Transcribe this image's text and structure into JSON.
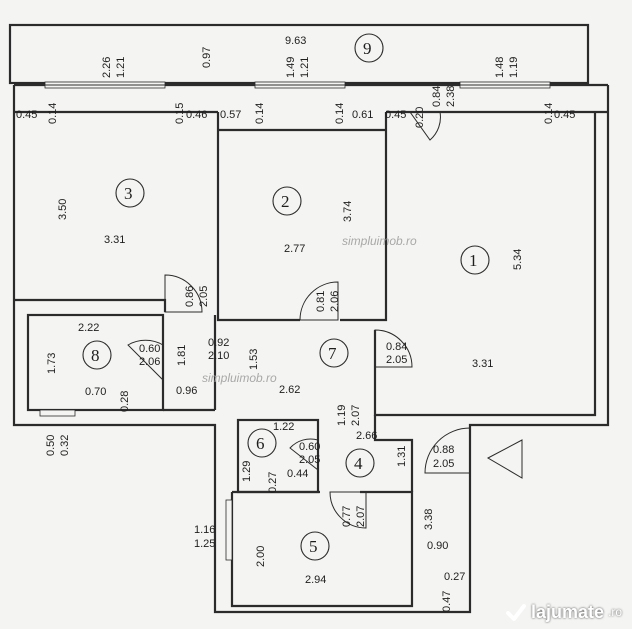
{
  "watermark": {
    "site_1": "simpluimob.ro",
    "site_2": "simpluimob.ro",
    "brand": "lajumate",
    "brand_tld": ".ro"
  },
  "rooms": [
    {
      "number": "1",
      "area": "3.31",
      "height": "5.34"
    },
    {
      "number": "2",
      "area": "2.77",
      "height": "3.74"
    },
    {
      "number": "3",
      "area": "3.31",
      "height": "3.50"
    },
    {
      "number": "4",
      "area": "2.66",
      "height": "1.31"
    },
    {
      "number": "5",
      "area": "2.94",
      "height": "2.00"
    },
    {
      "number": "6",
      "area": "1.22",
      "height": "1.29"
    },
    {
      "number": "7",
      "area": "2.62",
      "height": "1.53"
    },
    {
      "number": "8",
      "area": "2.22",
      "height": "1.73"
    },
    {
      "number": "9",
      "area": "9.63",
      "height": "0.97"
    }
  ],
  "dimensions": {
    "balcony_window_left": {
      "top": "2.26",
      "bottom": "1.21"
    },
    "balcony_window_mid": {
      "top": "1.49",
      "bottom": "1.21"
    },
    "balcony_window_right": {
      "top": "1.48",
      "bottom": "1.19"
    },
    "balcony_door": {
      "top": "0.84",
      "bottom": "2.38"
    },
    "wall_045_a": "0.45",
    "wall_014_a": "0.14",
    "wall_015": "0.15",
    "wall_046": "0.46",
    "wall_057": "0.57",
    "wall_014_b": "0.14",
    "wall_014_c": "0.14",
    "wall_061": "0.61",
    "wall_045_b": "0.45",
    "wall_020": "0.20",
    "wall_014_d": "0.14",
    "wall_045_c": "0.45",
    "door_3": {
      "top": "0.86",
      "bottom": "2.05"
    },
    "door_2": {
      "top": "0.81",
      "bottom": "2.06"
    },
    "door_1": {
      "top": "0.84",
      "bottom": "2.05"
    },
    "door_8": {
      "top": "0.60",
      "bottom": "2.06"
    },
    "hall_door": {
      "top": "0.92",
      "bottom": "2.10"
    },
    "hall_181": "1.81",
    "hall_096": "0.96",
    "room8_070": "0.70",
    "room8_028": "0.28",
    "room8_win": {
      "top": "0.50",
      "bottom": "0.32"
    },
    "corr_door": {
      "top": "1.19",
      "bottom": "2.07"
    },
    "door_6": {
      "top": "0.60",
      "bottom": "2.05"
    },
    "r6_027": "0.27",
    "r6_044": "0.44",
    "door_5": {
      "top": "0.77",
      "bottom": "2.07"
    },
    "entry_door": {
      "top": "0.88",
      "bottom": "2.05"
    },
    "r5_win": {
      "top": "1.16",
      "bottom": "1.25"
    },
    "entry_338": "3.38",
    "entry_090": "0.90",
    "entry_027": "0.27",
    "entry_047": "0.47"
  }
}
